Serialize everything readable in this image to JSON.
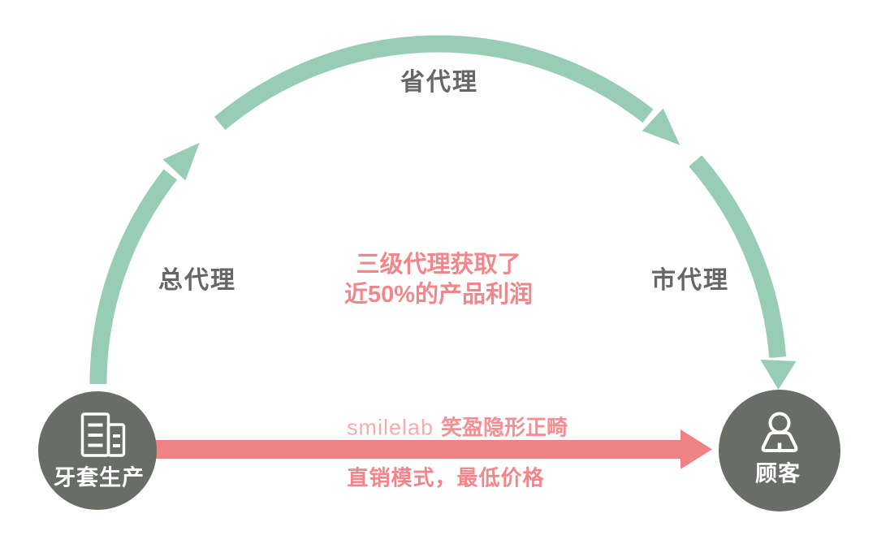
{
  "diagram": {
    "arc_labels": {
      "left": "总代理",
      "top": "省代理",
      "right": "市代理"
    },
    "center_note": {
      "line1": "三级代理获取了",
      "line2": "近50%的产品利润"
    },
    "nodes": {
      "producer": {
        "label": "牙套生产",
        "icon": "buildings-icon"
      },
      "customer": {
        "label": "顾客",
        "icon": "person-icon"
      }
    },
    "direct_channel": {
      "brand": "smilelab",
      "brand_product": "笑盈隐形正畸",
      "caption": "直销模式，最低价格"
    },
    "colors": {
      "agent_arc_green": "#96cdb4",
      "direct_arrow_pink": "#ef8285",
      "note_pink": "#f2868b",
      "brand_light_pink": "#f8abad",
      "brand_product_pink": "#f58f94",
      "node_gray": "#696d68",
      "label_gray": "#666666"
    }
  }
}
